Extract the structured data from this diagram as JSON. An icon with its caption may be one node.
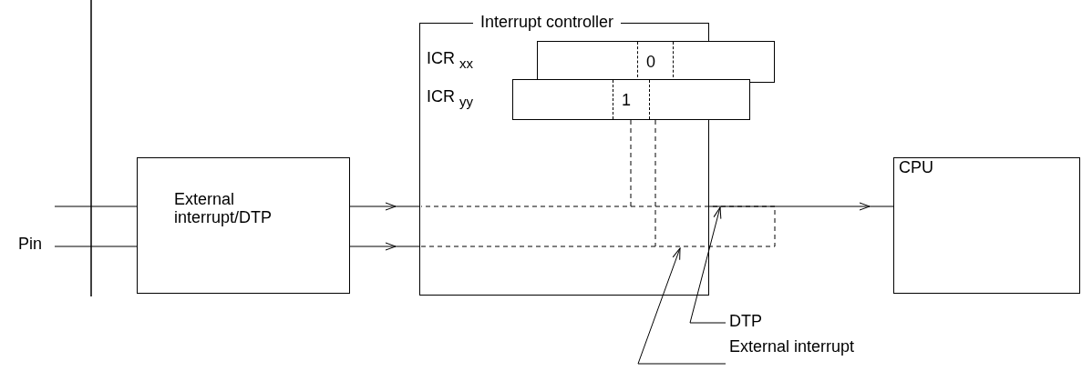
{
  "diagram": {
    "nodes": [
      {
        "text": [
          "Pin"
        ]
      },
      {
        "text": [
          "External interrupt/DTP"
        ]
      },
      {
        "text": [
          "Interrupt controller"
        ]
      },
      {
        "text": [
          "0"
        ]
      },
      {
        "text": [
          "1"
        ]
      },
      {
        "text": [
          "CPU"
        ]
      },
      {
        "text": [
          "DTP"
        ]
      },
      {
        "text": [
          "External interrupt"
        ]
      }
    ],
    "edges": [
      {
        "from": 0,
        "to": 1,
        "arrow": "none"
      },
      {
        "from": 0,
        "to": 1,
        "arrow": "none"
      },
      {
        "from": 1,
        "to": 2,
        "arrow": "to"
      },
      {
        "from": 1,
        "to": 2,
        "arrow": "to"
      },
      {
        "from": 2,
        "to": 5,
        "arrow": "to"
      },
      {
        "from": 6,
        "to": 2,
        "arrow": "to"
      },
      {
        "from": 7,
        "to": 2,
        "arrow": "to"
      },
      {
        "from": 4,
        "to": 2,
        "arrow": "none",
        "style": "dashed"
      }
    ],
    "labels": [
      "ICR $_{xx}$",
      "ICR $_{yy}$"
    ]
  }
}
